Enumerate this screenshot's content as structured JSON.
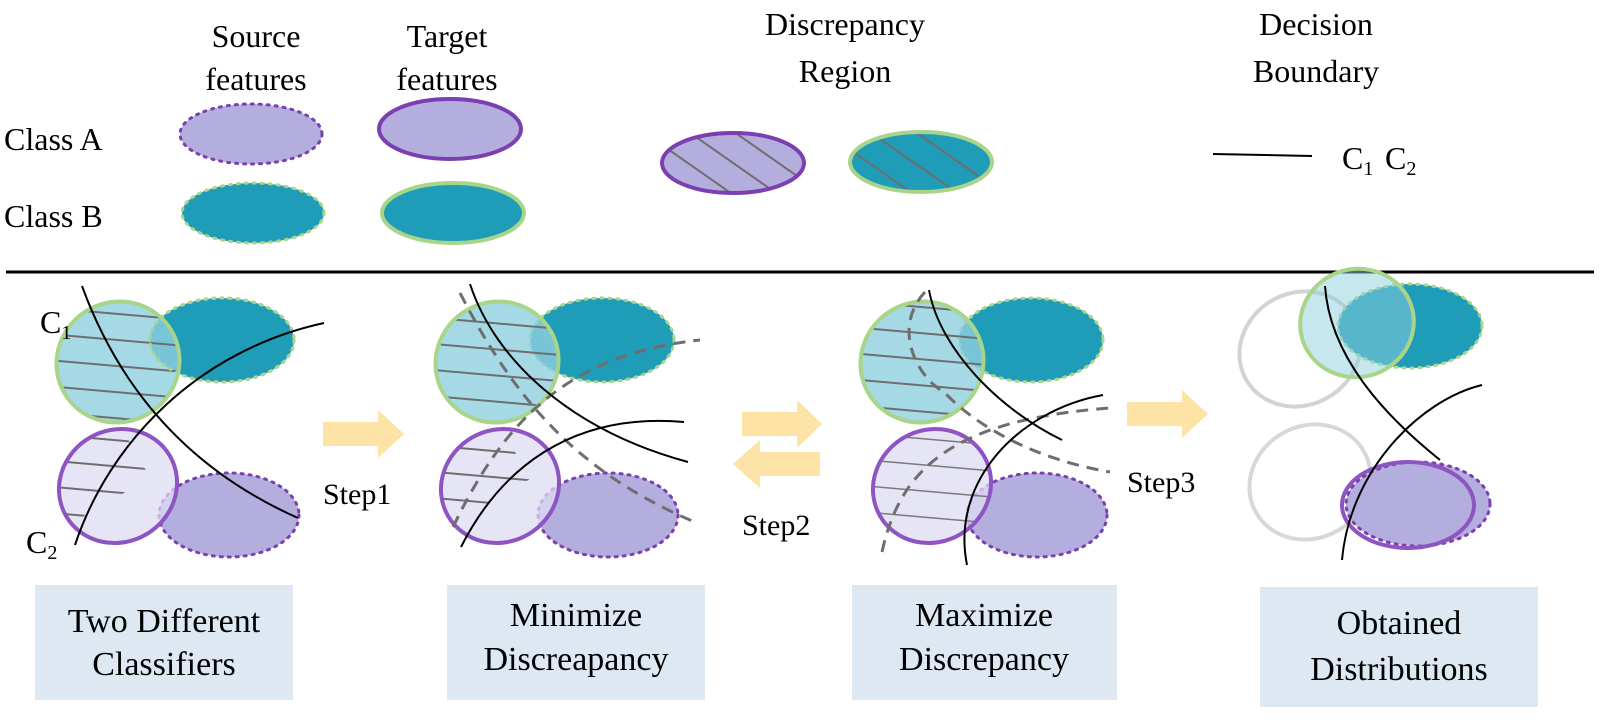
{
  "legend": {
    "source_features": [
      "Source",
      "features"
    ],
    "target_features": [
      "Target",
      "features"
    ],
    "discrepancy_region": [
      "Discrepancy",
      "Region"
    ],
    "decision_boundary": [
      "Decision",
      "Boundary"
    ],
    "class_a": "Class A",
    "class_b": "Class B",
    "c1": "C",
    "c1_sub": "1",
    "c2": "C",
    "c2_sub": "2"
  },
  "panels": [
    {
      "boundary_c1": "C",
      "boundary_c1_sub": "1",
      "boundary_c2": "C",
      "boundary_c2_sub": "2",
      "caption": [
        "Two Different",
        "Classifiers"
      ]
    },
    {
      "caption": [
        "Minimize",
        "Discreapancy"
      ]
    },
    {
      "caption": [
        "Maximize",
        "Discrepancy"
      ]
    },
    {
      "caption": [
        "Obtained",
        "Distributions"
      ]
    }
  ],
  "steps": {
    "step1": "Step1",
    "step2": "Step2",
    "step3": "Step3"
  },
  "colors": {
    "class_a_fill": "#b3aedd",
    "class_a_stroke": "#7b3fb0",
    "class_b_fill": "#1f9cb8",
    "class_b_stroke": "#a8d58a",
    "caption_box": "#dde8f3",
    "arrow": "#fde4a6",
    "hatch": "#6e6e6e"
  }
}
